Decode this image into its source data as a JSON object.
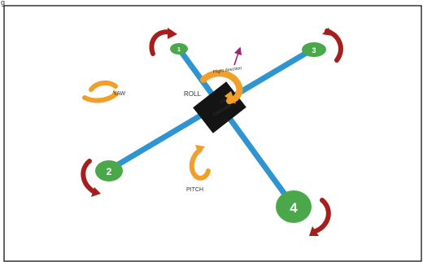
{
  "caption_fragment": "g",
  "labels": {
    "yaw": "YAW",
    "roll": "ROLL",
    "pitch": "PITCH",
    "flight_direction": "Flight direction",
    "controller_line1": "Flight",
    "controller_line2": "Controller"
  },
  "motors": [
    {
      "id": "motor-1",
      "label": "1"
    },
    {
      "id": "motor-2",
      "label": "2"
    },
    {
      "id": "motor-3",
      "label": "3"
    },
    {
      "id": "motor-4",
      "label": "4"
    }
  ],
  "colors": {
    "arm": "#2f95d0",
    "motor": "#4aa84a",
    "rotation_arrow": "#a51f1f",
    "axis_arrow": "#f0a02a",
    "direction_arrow": "#a0207a",
    "controller": "#141414",
    "frame": "#000000"
  }
}
